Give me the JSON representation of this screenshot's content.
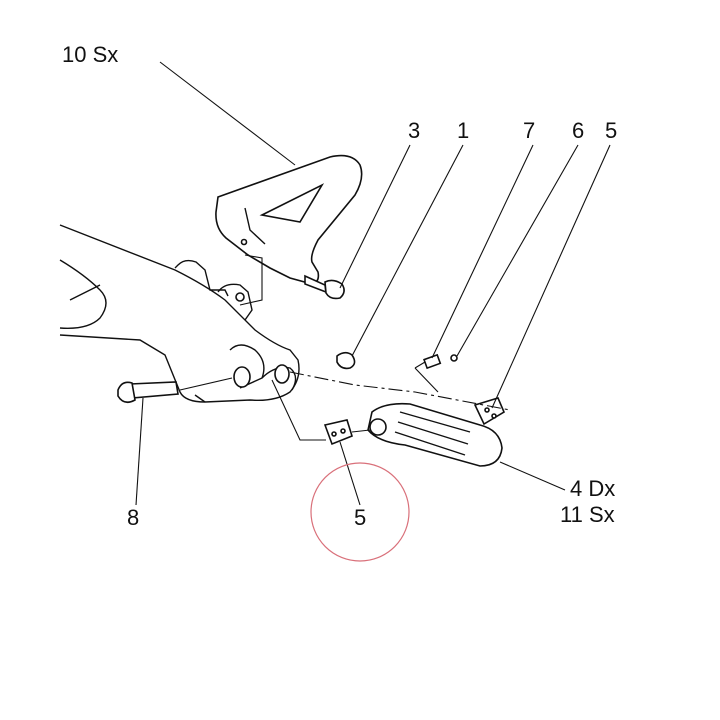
{
  "diagram": {
    "callouts": {
      "top_left": "10 Sx",
      "c3": "3",
      "c1": "1",
      "c7": "7",
      "c6": "6",
      "c5_top": "5",
      "c8": "8",
      "c5_circled": "5",
      "c4": "4 Dx",
      "c11": "11 Sx"
    },
    "highlight_color": "#d9707a",
    "line_color": "#111111"
  }
}
